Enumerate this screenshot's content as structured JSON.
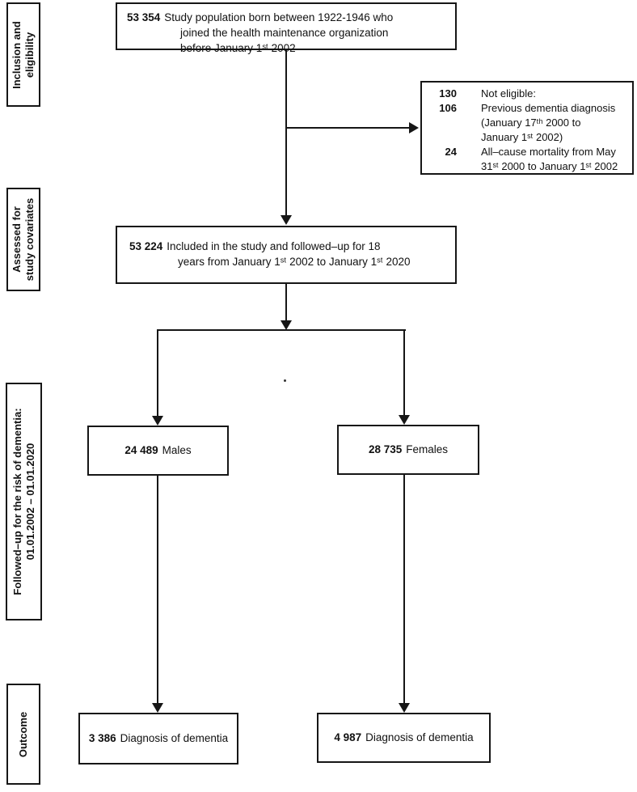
{
  "diagram": {
    "side_labels": [
      {
        "id": "inclusion",
        "text": "Inclusion and\neligibility"
      },
      {
        "id": "covariates",
        "text": "Assessed for\nstudy covariates"
      },
      {
        "id": "followup",
        "text": "Followed–up for the risk of dementia:\n01.01.2002 – 01.01.2020"
      },
      {
        "id": "outcome",
        "text": "Outcome"
      }
    ],
    "boxes": {
      "study_population": {
        "count": "53 354",
        "text": "Study population born between 1922-1946 who\njoined the health maintenance organization\nbefore January 1ˢᵗ 2002"
      },
      "not_eligible": {
        "rows": [
          {
            "count": "130",
            "text": "Not eligible:"
          },
          {
            "count": "106",
            "text": "Previous dementia diagnosis\n(January 17ᵗʰ 2000 to\nJanuary 1ˢᵗ 2002)"
          },
          {
            "count": "24",
            "text": "All–cause mortality from May\n31ˢᵗ 2000 to January 1ˢᵗ 2002"
          }
        ]
      },
      "included": {
        "count": "53 224",
        "text": "Included in the study and followed–up for 18\nyears from January 1ˢᵗ 2002 to January 1ˢᵗ 2020"
      },
      "males": {
        "count": "24 489",
        "text": "Males"
      },
      "females": {
        "count": "28 735",
        "text": "Females"
      },
      "males_outcome": {
        "count": "3 386",
        "text": "Diagnosis of dementia"
      },
      "females_outcome": {
        "count": "4 987",
        "text": "Diagnosis of dementia"
      }
    },
    "stray_dot": "."
  }
}
